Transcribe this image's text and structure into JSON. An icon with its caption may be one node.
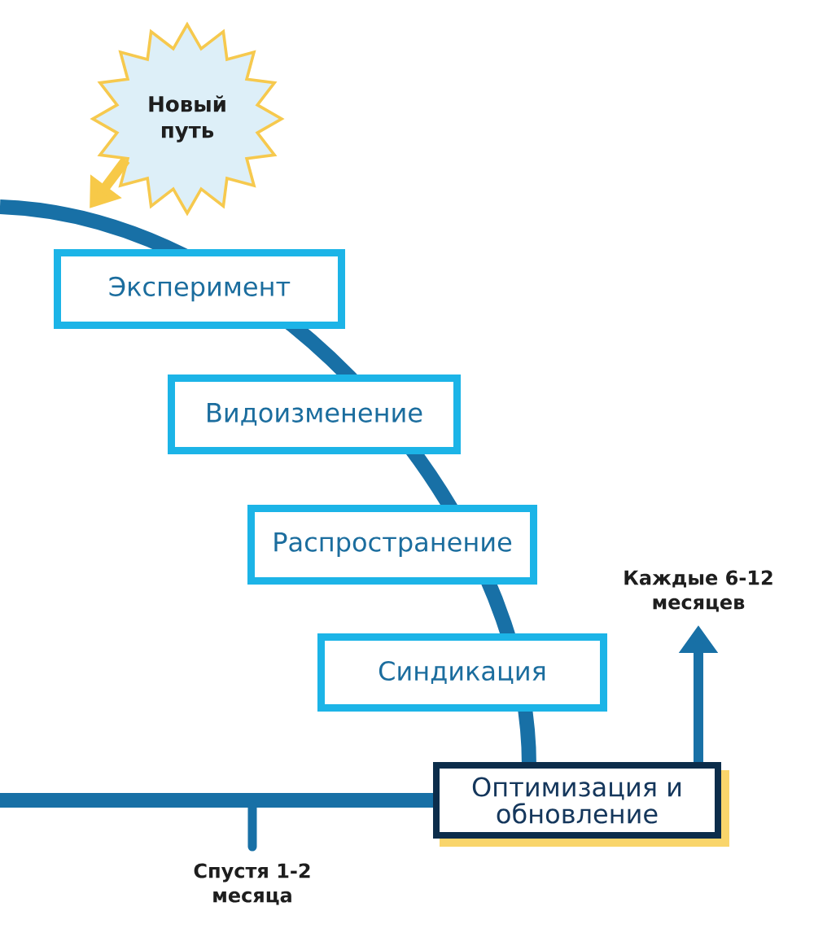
{
  "diagram": {
    "nodes": [
      {
        "text": [
          "Новый путь"
        ]
      },
      {
        "text": [
          "Эксперимент"
        ]
      },
      {
        "text": [
          "Видоизменение"
        ]
      },
      {
        "text": [
          "Распространение"
        ]
      },
      {
        "text": [
          "Синдикация"
        ]
      },
      {
        "text": [
          "Оптимизация и обновление"
        ]
      },
      {
        "text": [
          "Каждые 6-12 месяцев"
        ]
      }
    ],
    "edges": [
      {
        "from": 0,
        "to": null,
        "arrow": "to",
        "color": "#f7c948"
      },
      {
        "from": 5,
        "to": 6,
        "arrow": "to",
        "color": "#1870a6"
      }
    ],
    "labels": [
      "Спустя 1-2 месяца"
    ]
  }
}
